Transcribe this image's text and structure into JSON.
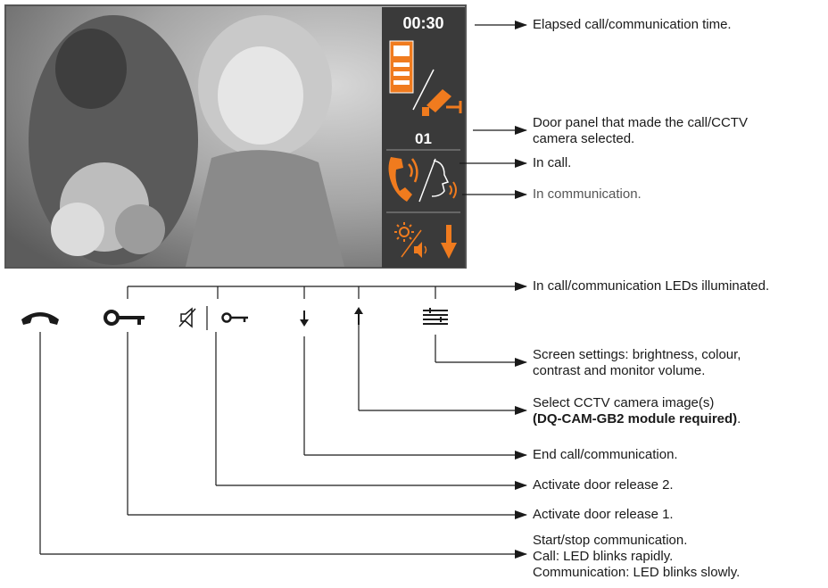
{
  "screen": {
    "timer": "00:30",
    "door_number": "01"
  },
  "colors": {
    "accent": "#f07b1e",
    "panel": "#3a3a3a",
    "line": "#1a1a1a"
  },
  "icons": {
    "row": [
      "handset-icon",
      "key-icon",
      "mute-icon",
      "key-small-icon",
      "arrow-down-icon",
      "arrow-up-icon",
      "settings-sliders-icon"
    ],
    "panel": [
      "door-panel-icon",
      "cctv-camera-icon",
      "in-call-icon",
      "in-communication-icon",
      "brightness-icon",
      "volume-icon",
      "download-arrow-icon"
    ]
  },
  "annotations": {
    "elapsed": "Elapsed call/communication time.",
    "door_panel_1": "Door panel that made the call/CCTV",
    "door_panel_2": "camera selected.",
    "in_call": "In call.",
    "in_communication": "In communication.",
    "leds": "In call/communication LEDs illuminated.",
    "screen_settings_1": "Screen settings: brightness, colour,",
    "screen_settings_2": "contrast and monitor volume.",
    "cctv_1": "Select CCTV camera image(s)",
    "cctv_2": "(DQ-CAM-GB2 module required)",
    "cctv_2_end": ".",
    "end_call": "End call/communication.",
    "door_release_2": "Activate door release 2.",
    "door_release_1": "Activate door release 1.",
    "start_stop_1": "Start/stop communication.",
    "start_stop_2": "Call: LED blinks rapidly.",
    "start_stop_3": "Communication: LED blinks slowly."
  }
}
